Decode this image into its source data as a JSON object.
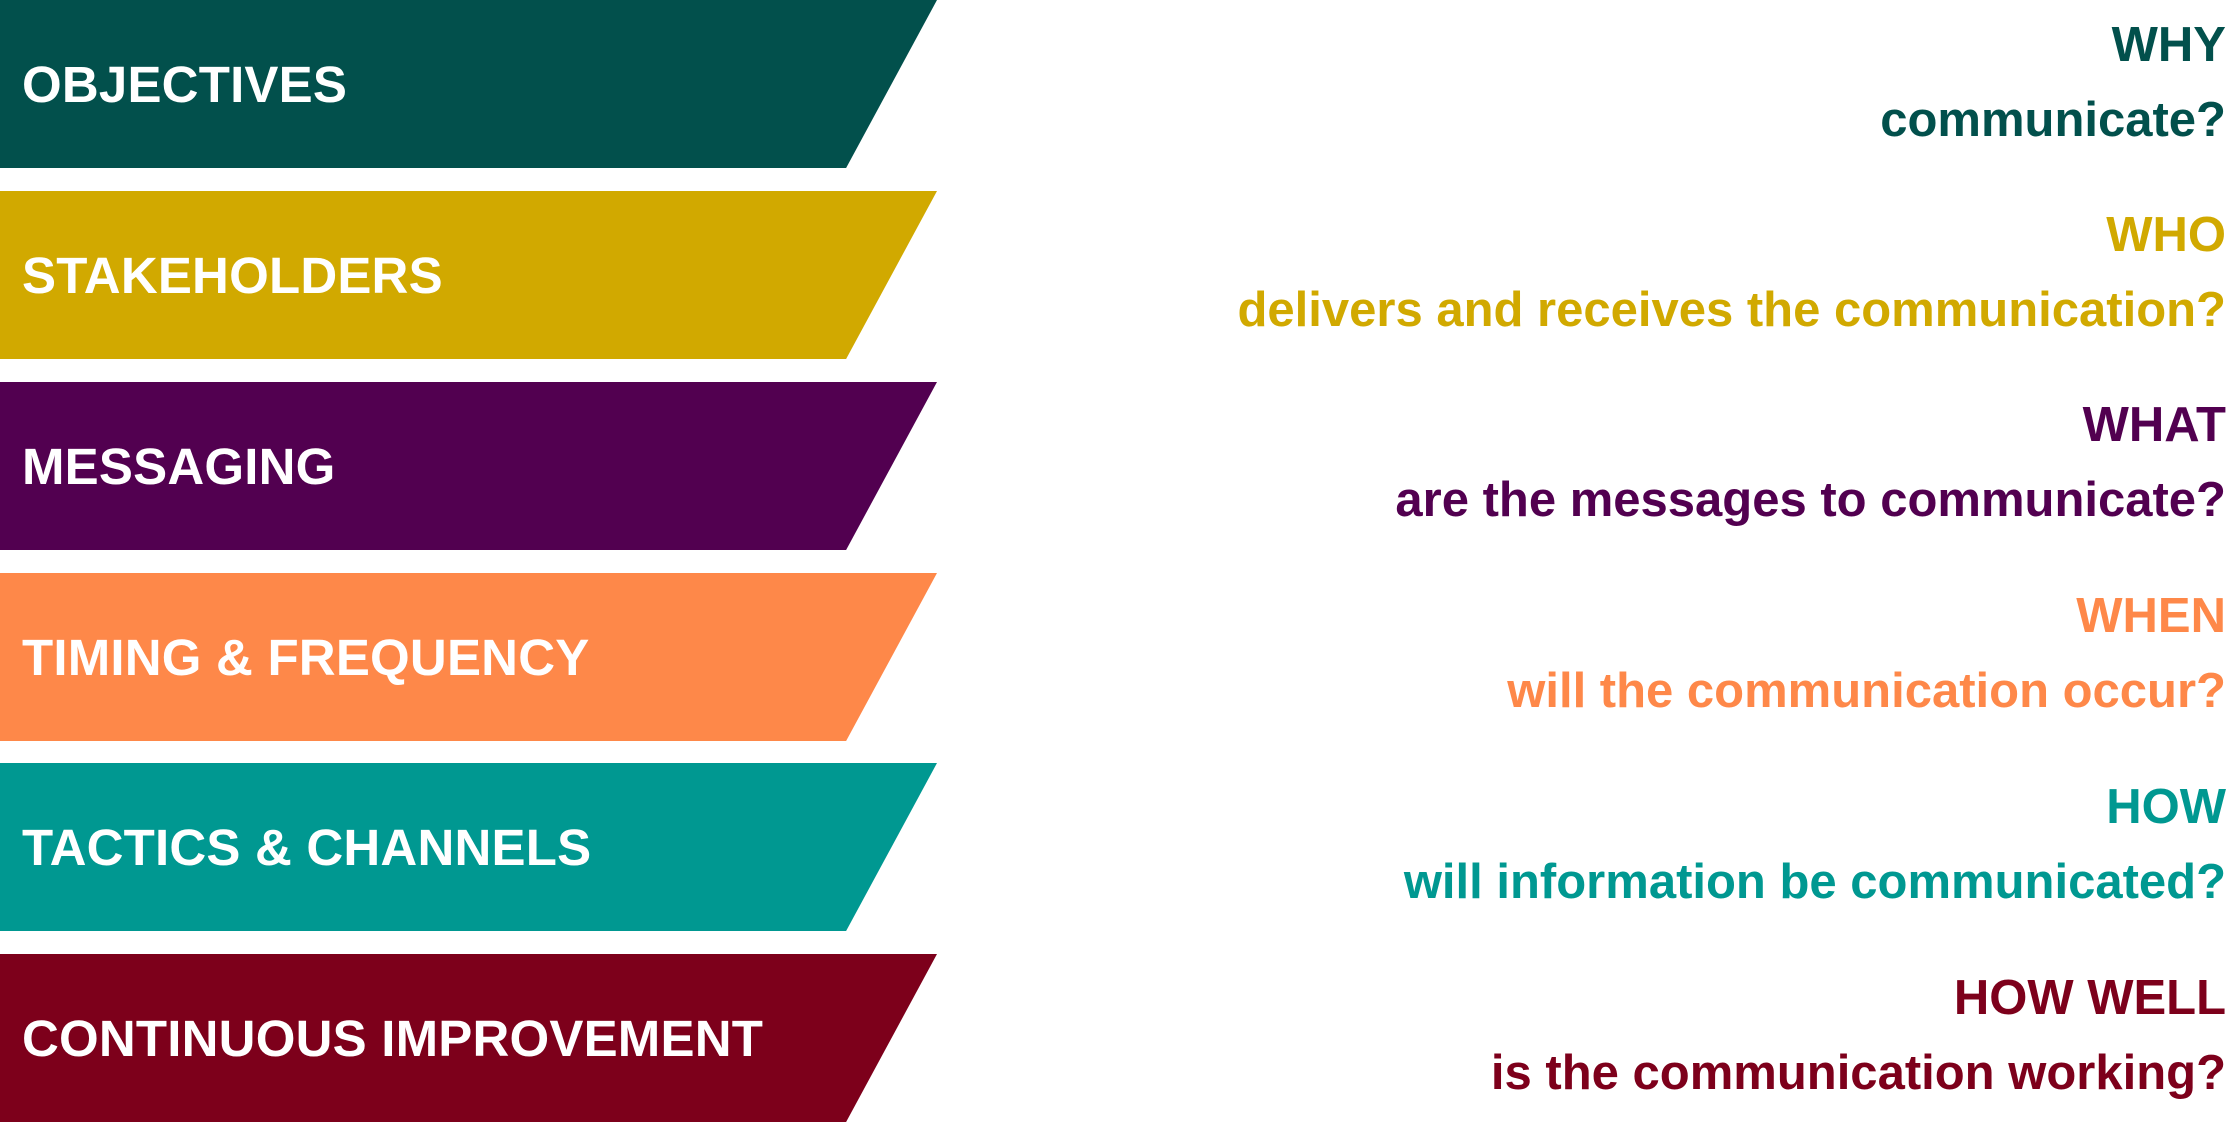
{
  "rows": [
    {
      "banner": "OBJECTIVES",
      "question_word": "WHY",
      "question_rest": "communicate?",
      "color": "#02504c"
    },
    {
      "banner": "STAKEHOLDERS",
      "question_word": "WHO",
      "question_rest": "delivers and receives the communication?",
      "color": "#d1a900"
    },
    {
      "banner": "MESSAGING",
      "question_word": "WHAT",
      "question_rest": "are the messages to communicate?",
      "color": "#520050"
    },
    {
      "banner": "TIMING & FREQUENCY",
      "question_word": "WHEN",
      "question_rest": "will the communication occur?",
      "color": "#fe8849"
    },
    {
      "banner": "TACTICS & CHANNELS",
      "question_word": "HOW",
      "question_rest": "will information be communicated?",
      "color": "#009891"
    },
    {
      "banner": "CONTINUOUS IMPROVEMENT",
      "question_word": "HOW WELL",
      "question_rest": "is the communication working?",
      "color": "#7d001b"
    }
  ]
}
